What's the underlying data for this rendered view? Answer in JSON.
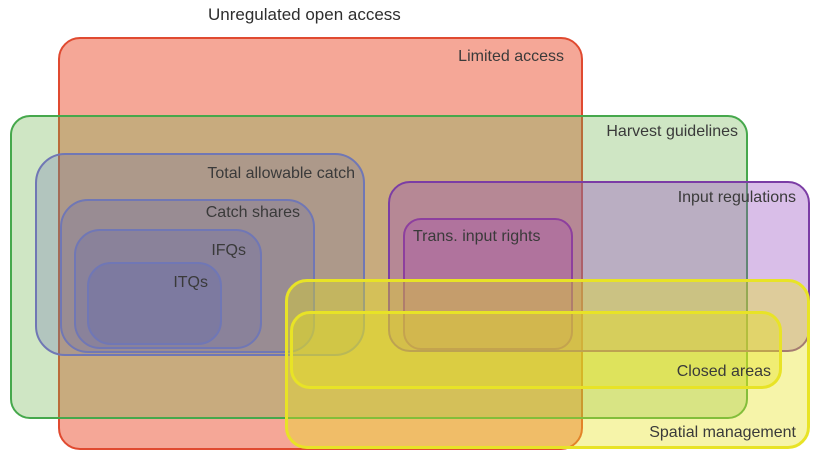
{
  "title": "Unregulated open access",
  "text_color": "#3a3a3a",
  "regions": {
    "limited_access": {
      "label": "Limited access",
      "border_color": "#e04a30",
      "fill_color": "#f5ac97"
    },
    "harvest_guidelines": {
      "label": "Harvest guidelines",
      "border_color": "#46a84c",
      "fill_color": "#cfe7c4"
    },
    "total_allowable_catch": {
      "label": "Total allowable catch",
      "border_color": "#7077b5",
      "fill_color": "#aeb0c2"
    },
    "catch_shares": {
      "label": "Catch shares",
      "border_color": "#7077b5",
      "fill_color": "#9da0ba"
    },
    "ifqs": {
      "label": "IFQs",
      "border_color": "#7077b5",
      "fill_color": "#8d91b3"
    },
    "itqs": {
      "label": "ITQs",
      "border_color": "#7077b5",
      "fill_color": "#7d82a6"
    },
    "input_regulations": {
      "label": "Input regulations",
      "border_color": "#7b3da5",
      "fill_color": "#d8c2e6"
    },
    "trans_input_rights": {
      "label": "Trans. input rights",
      "border_color": "#8d3f9e",
      "fill_color": "#b478ab"
    },
    "spatial_management": {
      "label": "Spatial management",
      "border_color": "#e8e326",
      "fill_color": "#f4f2a8"
    },
    "closed_areas": {
      "label": "Closed areas",
      "border_color": "#e8e326",
      "fill_color": "#e6e06e"
    }
  }
}
